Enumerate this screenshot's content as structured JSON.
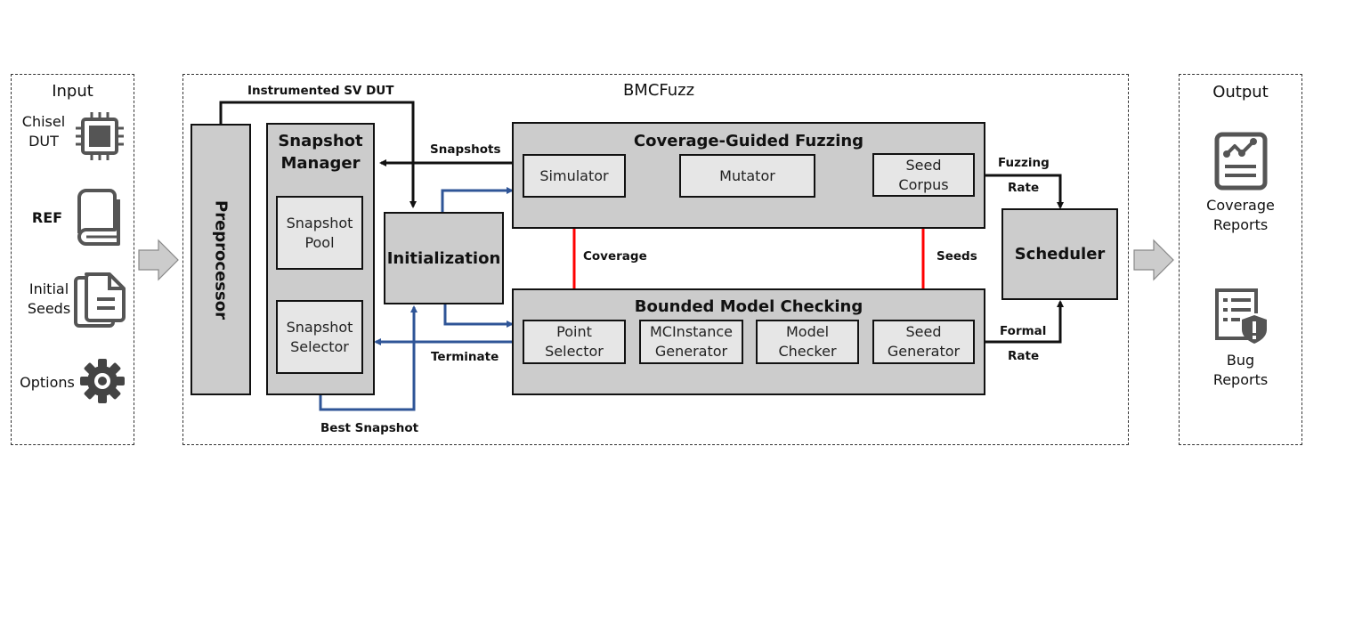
{
  "input": {
    "title": "Input",
    "items": [
      {
        "label_line1": "Chisel",
        "label_line2": "DUT",
        "icon": "chip-icon"
      },
      {
        "label_line1": "REF",
        "label_line2": "",
        "icon": "book-icon"
      },
      {
        "label_line1": "Initial",
        "label_line2": "Seeds",
        "icon": "documents-icon"
      },
      {
        "label_line1": "Options",
        "label_line2": "",
        "icon": "gear-icon"
      }
    ]
  },
  "main": {
    "title": "BMCFuzz",
    "preprocessor": "Preprocessor",
    "snapshot_manager": {
      "title_line1": "Snapshot",
      "title_line2": "Manager",
      "pool_line1": "Snapshot",
      "pool_line2": "Pool",
      "selector_line1": "Snapshot",
      "selector_line2": "Selector"
    },
    "initialization": "Initialization",
    "fuzzing": {
      "title": "Coverage-Guided Fuzzing",
      "simulator": "Simulator",
      "mutator": "Mutator",
      "corpus_line1": "Seed",
      "corpus_line2": "Corpus"
    },
    "bmc": {
      "title": "Bounded Model Checking",
      "point_line1": "Point",
      "point_line2": "Selector",
      "mcinstance_line1": "MCInstance",
      "mcinstance_line2": "Generator",
      "checker_line1": "Model",
      "checker_line2": "Checker",
      "seedgen_line1": "Seed",
      "seedgen_line2": "Generator"
    },
    "scheduler": "Scheduler",
    "edge_labels": {
      "instrumented": "Instrumented SV DUT",
      "snapshots": "Snapshots",
      "terminate": "Terminate",
      "best_snapshot": "Best Snapshot",
      "coverage": "Coverage",
      "seeds": "Seeds",
      "fuzzing_rate_line1": "Fuzzing",
      "fuzzing_rate_line2": "Rate",
      "formal_rate_line1": "Formal",
      "formal_rate_line2": "Rate"
    },
    "colors": {
      "black_edge": "#111111",
      "blue_edge": "#2f5597",
      "red_edge": "#ff0000",
      "block_fill": "#cccccc",
      "inner_fill": "#e6e6e6"
    }
  },
  "output": {
    "title": "Output",
    "items": [
      {
        "label_line1": "Coverage",
        "label_line2": "Reports",
        "icon": "coverage-report-icon"
      },
      {
        "label_line1": "Bug",
        "label_line2": "Reports",
        "icon": "bug-report-icon"
      }
    ]
  }
}
